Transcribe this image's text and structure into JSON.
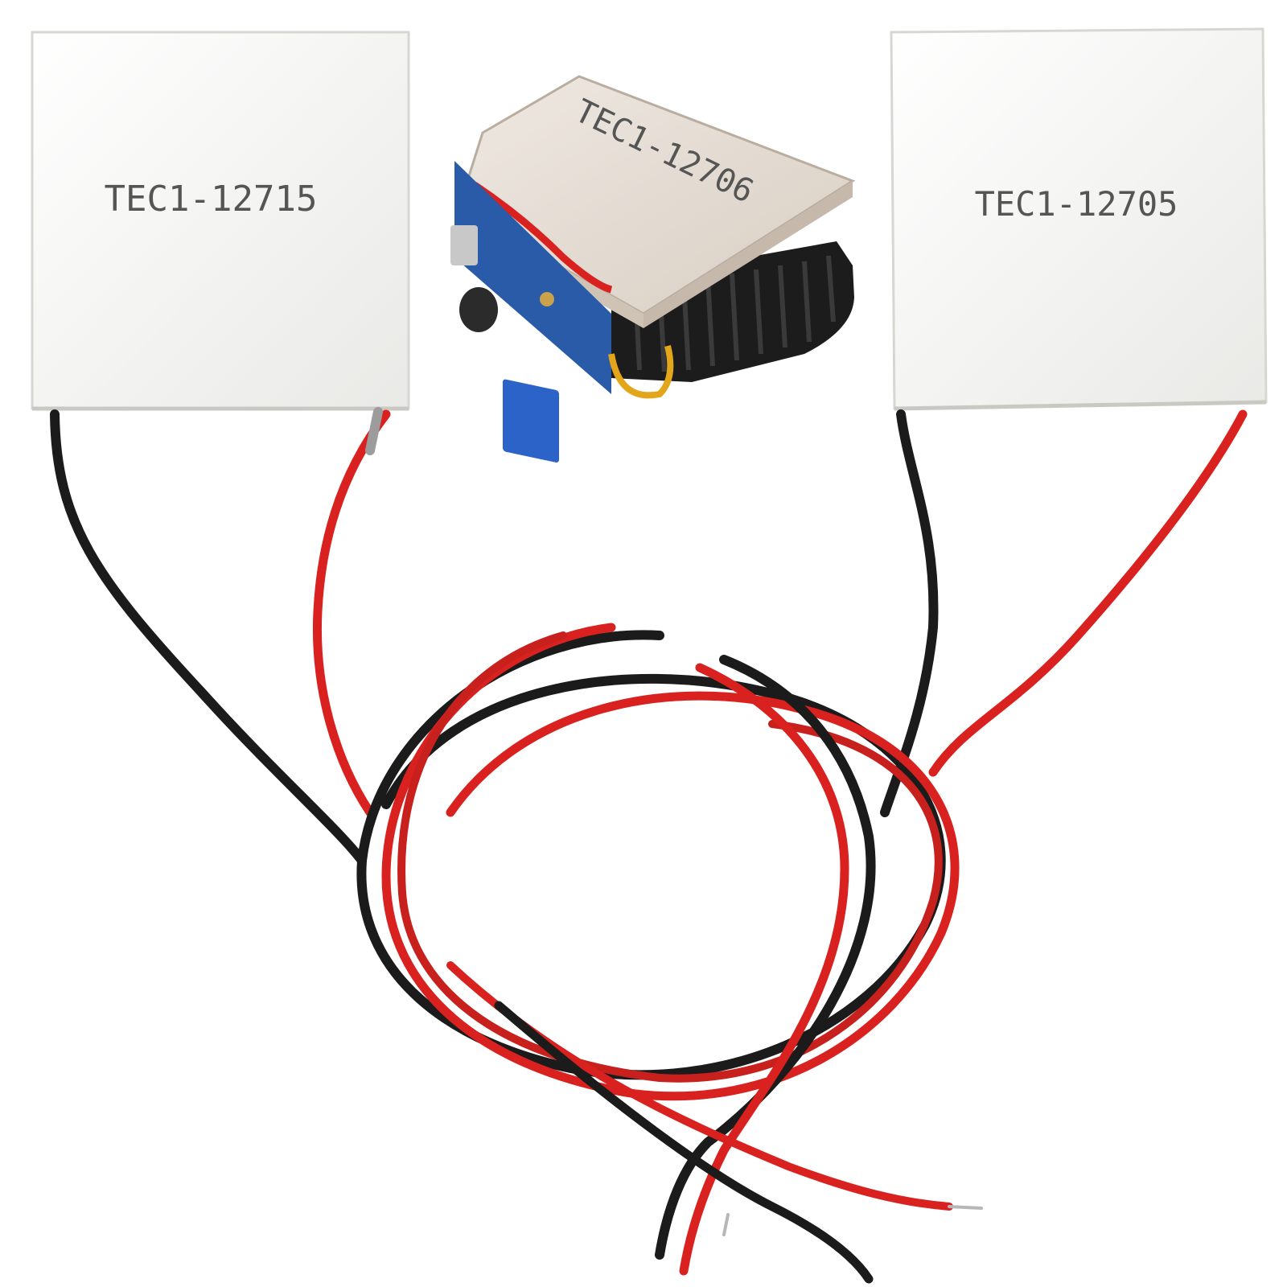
{
  "photo": {
    "background": "#ffffff",
    "modules": [
      {
        "label": "TEC1-12715",
        "color": "#f1f1ee"
      },
      {
        "label": "TEC1-12706",
        "color": "#e8e0d6"
      },
      {
        "label": "TEC1-12705",
        "color": "#f1f1ee"
      }
    ],
    "wire_colors": {
      "red": "#d9221f",
      "black": "#1b1b1b"
    },
    "board_colors": {
      "pcb": "#2a5ba8",
      "potentiometer": "#2c63c9",
      "heatsink": "#1c1c1c"
    }
  }
}
